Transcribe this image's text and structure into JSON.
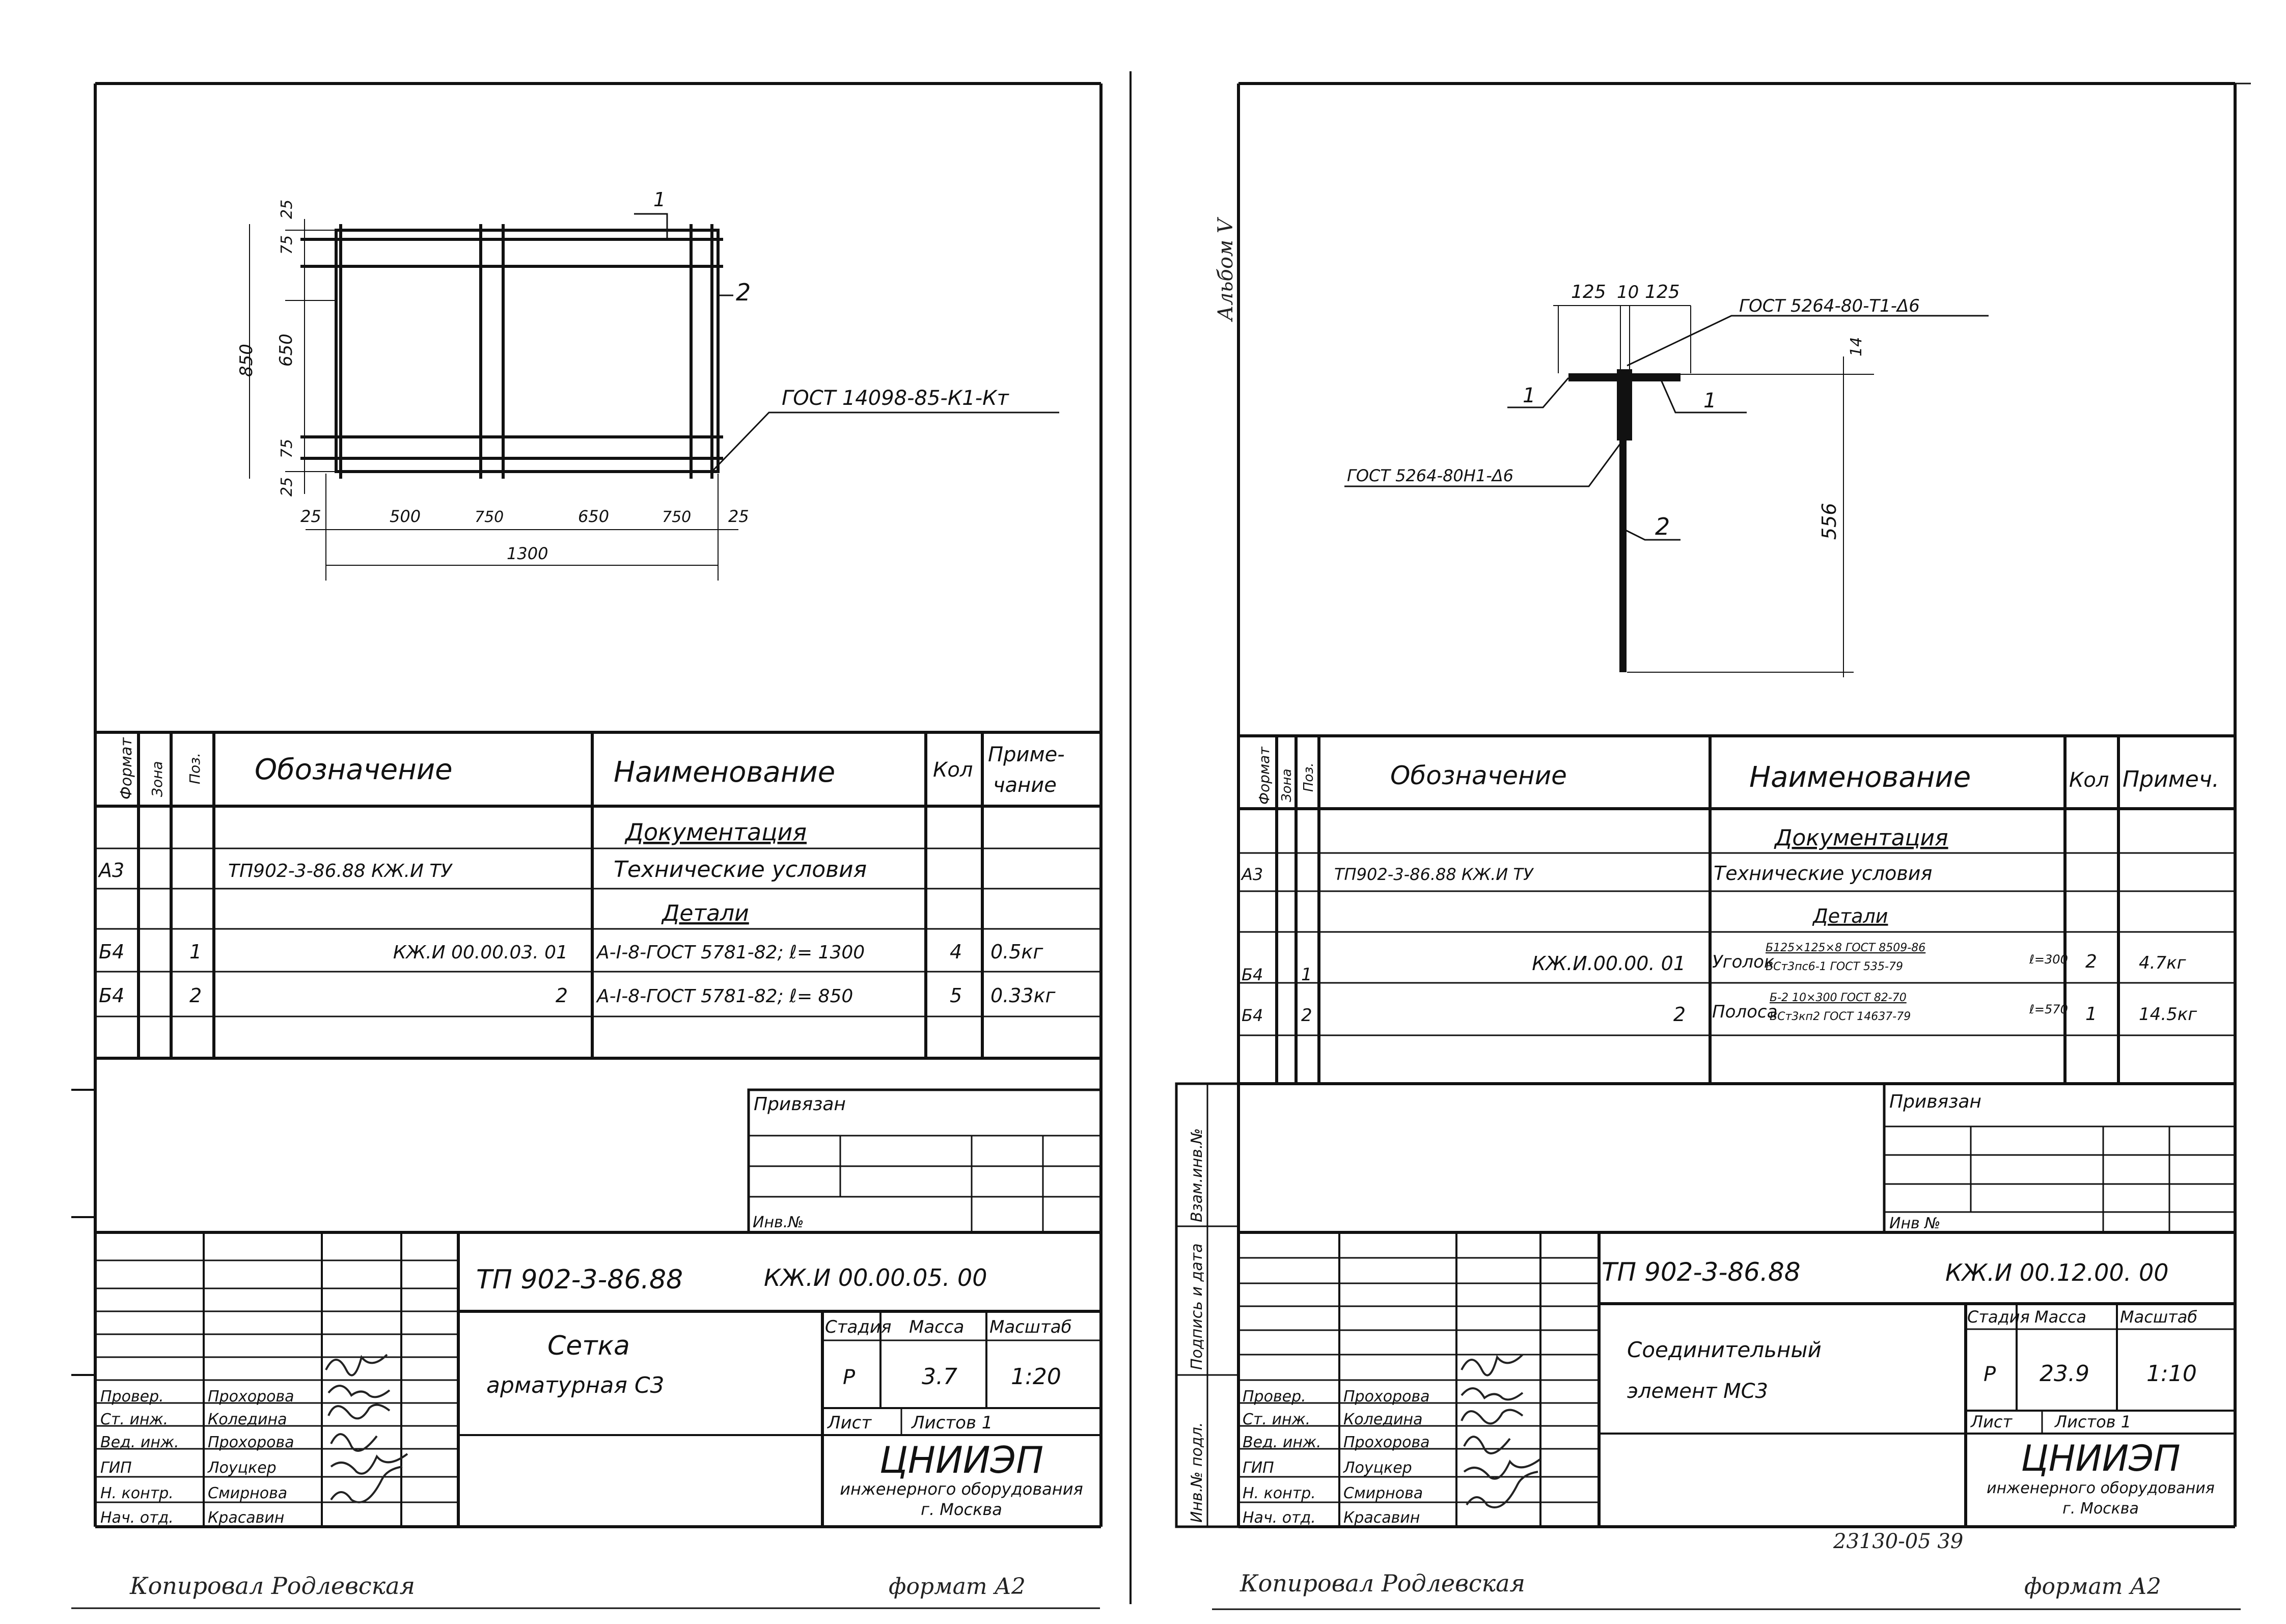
{
  "footer": {
    "copied_left": "Копировал  Родлевская",
    "format_left": "формат А2",
    "copied_right": "Копировал  Родлевская",
    "format_right": "формат А2",
    "archive_num": "23130-05   39"
  },
  "left_sheet": {
    "drawing": {
      "callout_1": "1",
      "callout_2": "2",
      "gost_note": "ГОСТ 14098-85-К1-Кт",
      "dims_v": [
        "25",
        "75",
        "650",
        "75",
        "25"
      ],
      "dim_total_v": "850",
      "dims_h": [
        "25",
        "500",
        "750",
        "650",
        "750",
        "25"
      ],
      "dim_total_h": "1300"
    },
    "spec": {
      "headers": {
        "format": "Формат",
        "zone": "Зона",
        "pos": "Поз.",
        "designation": "Обозначение",
        "name": "Наименование",
        "qty": "Кол",
        "note": "Приме-\nчание"
      },
      "section_docs": "Документация",
      "section_parts": "Детали",
      "rows": [
        {
          "format": "А3",
          "pos": "",
          "designation": "ТП902-3-86.88    КЖ.И    ТУ",
          "name": "Технические условия",
          "qty": "",
          "note": ""
        },
        {
          "format": "Б4",
          "pos": "1",
          "designation": "КЖ.И 00.00.03. 01",
          "name": "А-I-8-ГОСТ 5781-82;  ℓ= 1300",
          "qty": "4",
          "note": "0.5кг"
        },
        {
          "format": "Б4",
          "pos": "2",
          "designation": "2",
          "name": "А-I-8-ГОСТ 5781-82;  ℓ= 850",
          "qty": "5",
          "note": "0.33кг"
        }
      ]
    },
    "binding": {
      "title": "Привязан",
      "inv": "Инв.№"
    },
    "title_block": {
      "code": "ТП 902-3-86.88",
      "doc": "КЖ.И  00.00.05. 00",
      "name_line1": "Сетка",
      "name_line2": "арматурная    С3",
      "stage_h": "Стадия",
      "mass_h": "Масса",
      "scale_h": "Масштаб",
      "stage": "Р",
      "mass": "3.7",
      "scale": "1:20",
      "sheet": "Лист",
      "sheets": "Листов  1",
      "org1": "ЦНИИЭП",
      "org2": "инженерного оборудования",
      "org3": "г. Москва",
      "roles": [
        "Провер.",
        "Ст. инж.",
        "Вед. инж.",
        "ГИП",
        "Н. контр.",
        "Нач. отд."
      ],
      "people": [
        "Прохорова",
        "Коледина",
        "Прохорова",
        "Лоуцкер",
        "Смирнова",
        "Красавин"
      ]
    }
  },
  "right_sheet": {
    "album": "Альбом V",
    "drawing": {
      "dims_top": [
        "125",
        "10",
        "125"
      ],
      "weld_note_1": "ГОСТ 5264-80-Т1-Δ6",
      "weld_note_2": "ГОСТ 5264-80Н1-Δ6",
      "dim_14": "14",
      "dim_556": "556",
      "callout_1a": "1",
      "callout_1b": "1",
      "callout_2": "2"
    },
    "spec": {
      "headers": {
        "format": "Формат",
        "zone": "Зона",
        "pos": "Поз.",
        "designation": "Обозначение",
        "name": "Наименование",
        "qty": "Кол",
        "note": "Примеч."
      },
      "section_docs": "Документация",
      "section_parts": "Детали",
      "rows": [
        {
          "format": "А3",
          "pos": "",
          "designation": "ТП902-3-86.88      КЖ.И   ТУ",
          "name_main": "Технические условия",
          "name_top": "",
          "name_bottom": "",
          "name_tail": "",
          "qty": "",
          "note": ""
        },
        {
          "format": "Б4",
          "pos": "1",
          "designation": "КЖ.И.00.00. 01",
          "name_main": "Уголок",
          "name_top": "Б125×125×8 ГОСТ 8509-86",
          "name_bottom": "ВСт3пс6-1 ГОСТ 535-79",
          "name_tail": "ℓ=300",
          "qty": "2",
          "note": "4.7кг"
        },
        {
          "format": "Б4",
          "pos": "2",
          "designation": "2",
          "name_main": "Полоса",
          "name_top": "Б-2 10×300 ГОСТ 82-70",
          "name_bottom": "ВСт3кп2 ГОСТ 14637-79",
          "name_tail": "ℓ=570",
          "qty": "1",
          "note": "14.5кг"
        }
      ]
    },
    "binding": {
      "title": "Привязан",
      "inv": "Инв №"
    },
    "side_stamp": [
      "Инв.№ подл.",
      "Подпись и дата",
      "Взам.инв.№"
    ],
    "title_block": {
      "code": "ТП 902-3-86.88",
      "doc": "КЖ.И   00.12.00. 00",
      "name_line1": "Соединительный",
      "name_line2": "элемент    МС3",
      "stage_h": "Стадия",
      "mass_h": "Масса",
      "scale_h": "Масштаб",
      "stage": "Р",
      "mass": "23.9",
      "scale": "1:10",
      "sheet": "Лист",
      "sheets": "Листов 1",
      "org1": "ЦНИИЭП",
      "org2": "инженерного оборудования",
      "org3": "г. Москва",
      "roles": [
        "Провер.",
        "Ст. инж.",
        "Вед. инж.",
        "ГИП",
        "Н. контр.",
        "Нач. отд."
      ],
      "people": [
        "Прохорова",
        "Коледина",
        "Прохорова",
        "Лоуцкер",
        "Смирнова",
        "Красавин"
      ]
    }
  }
}
